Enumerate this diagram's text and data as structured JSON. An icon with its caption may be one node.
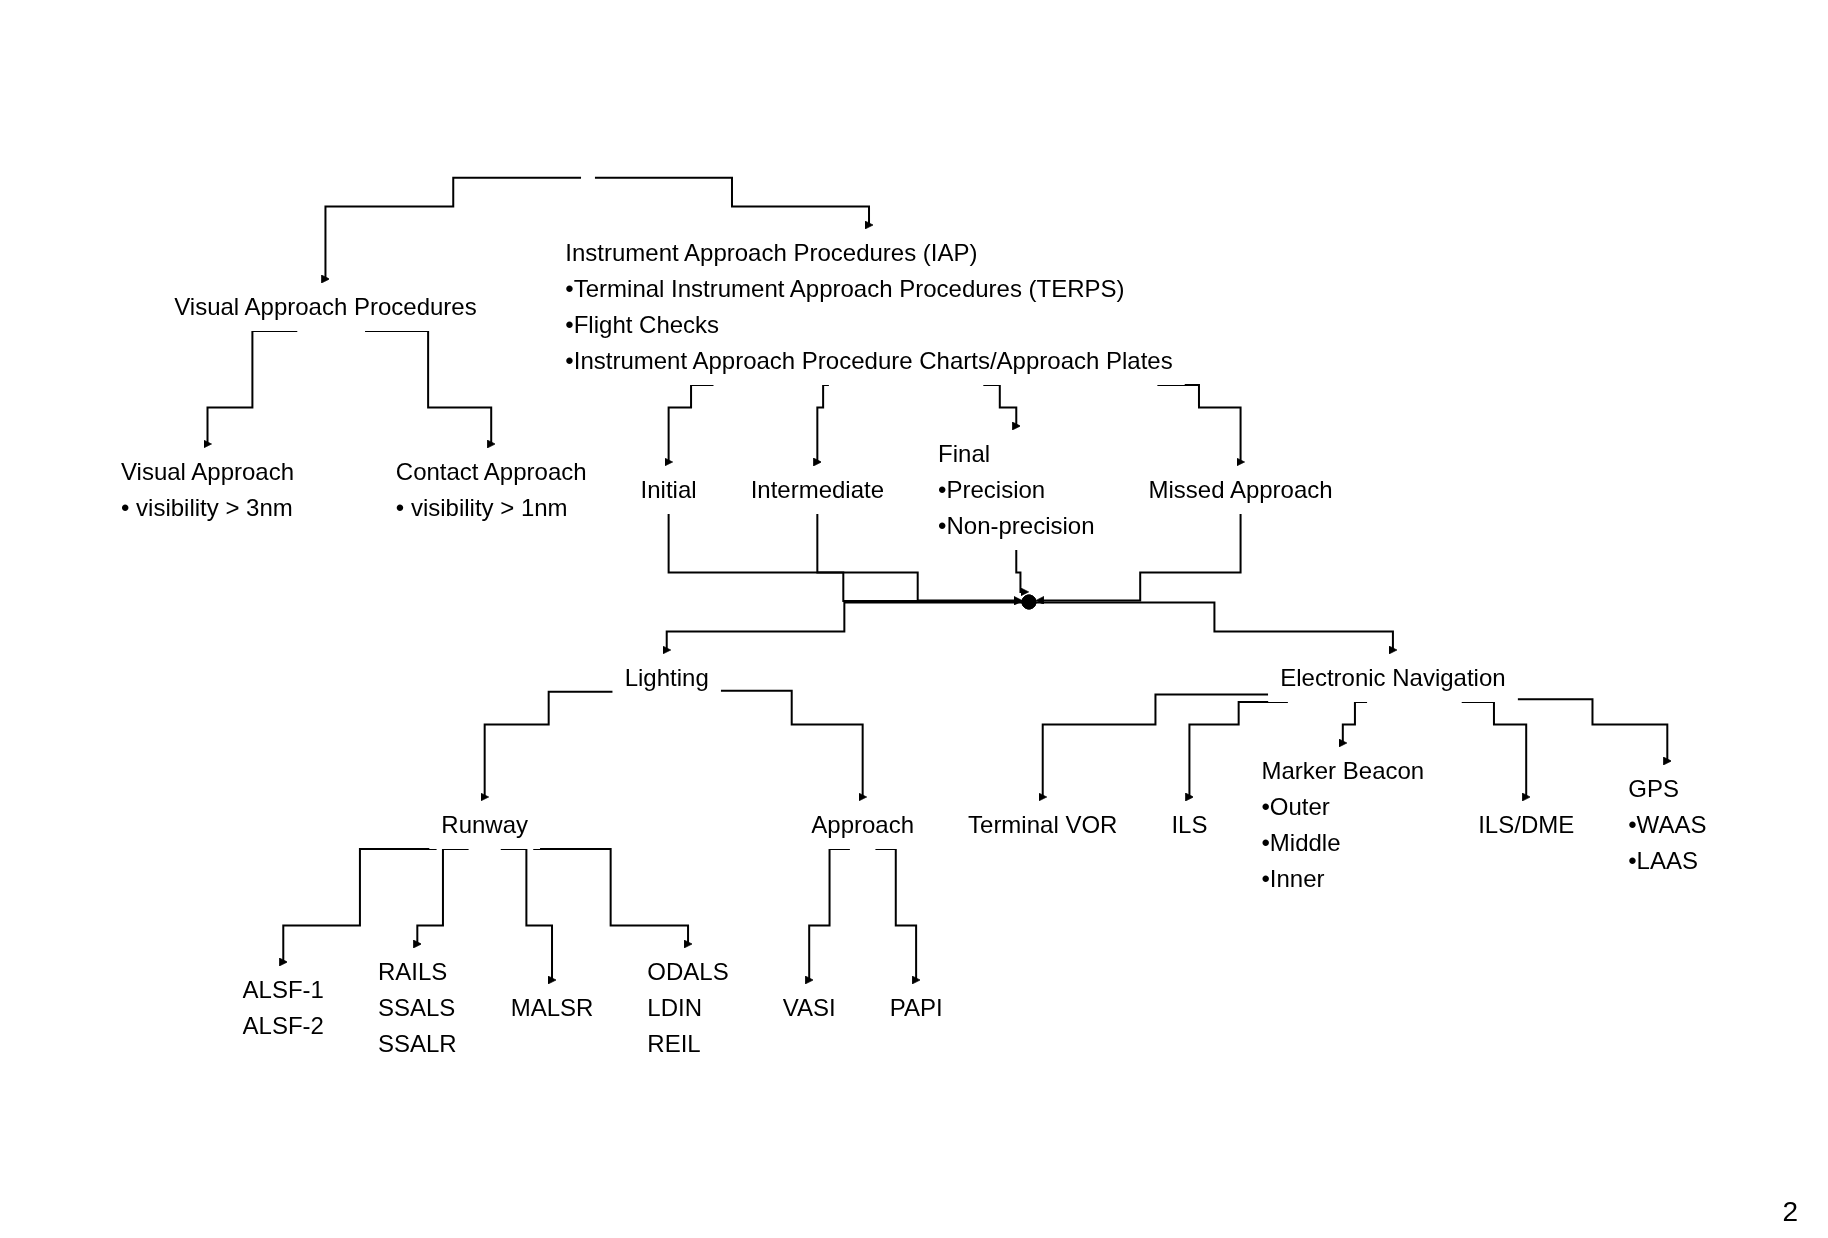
{
  "diagram": {
    "nodes": [
      {
        "text": [
          "Visual Approach Procedures"
        ]
      },
      {
        "text": [
          "Instrument Approach Procedures (IAP)",
          "•Terminal Instrument Approach Procedures (TERPS)",
          "•Flight Checks",
          "•Instrument Approach Procedure Charts/Approach Plates"
        ]
      },
      {
        "text": [
          "Visual Approach",
          "• visibility > 3nm"
        ]
      },
      {
        "text": [
          "Contact Approach",
          "• visibility > 1nm"
        ]
      },
      {
        "text": [
          "Initial"
        ]
      },
      {
        "text": [
          "Intermediate"
        ]
      },
      {
        "text": [
          "Final",
          "•Precision",
          "•Non-precision"
        ]
      },
      {
        "text": [
          "Missed Approach"
        ]
      },
      {
        "text": [],
        "shape": "circle"
      },
      {
        "text": [
          "Lighting"
        ]
      },
      {
        "text": [
          "Electronic Navigation"
        ]
      },
      {
        "text": [
          "Runway"
        ]
      },
      {
        "text": [
          "Approach"
        ]
      },
      {
        "text": [
          "ALSF-1",
          "ALSF-2"
        ]
      },
      {
        "text": [
          "RAILS",
          "SSALS",
          "SSALR"
        ]
      },
      {
        "text": [
          "MALSR"
        ]
      },
      {
        "text": [
          "ODALS",
          "LDIN",
          "REIL"
        ]
      },
      {
        "text": [
          "VASI"
        ]
      },
      {
        "text": [
          "PAPI"
        ]
      },
      {
        "text": [
          "Terminal VOR"
        ]
      },
      {
        "text": [
          "ILS"
        ]
      },
      {
        "text": [
          "Marker Beacon",
          "•Outer",
          "•Middle",
          "•Inner"
        ]
      },
      {
        "text": [
          "ILS/DME"
        ]
      },
      {
        "text": [
          "GPS",
          "•WAAS",
          "•LAAS"
        ]
      }
    ],
    "edges": [
      {
        "from": null,
        "to": 0,
        "arrow": "to"
      },
      {
        "from": null,
        "to": 1,
        "arrow": "to"
      },
      {
        "from": 0,
        "to": 2,
        "arrow": "to"
      },
      {
        "from": 0,
        "to": 3,
        "arrow": "to"
      },
      {
        "from": 1,
        "to": 4,
        "arrow": "to"
      },
      {
        "from": 1,
        "to": 5,
        "arrow": "to"
      },
      {
        "from": 1,
        "to": 6,
        "arrow": "to"
      },
      {
        "from": 1,
        "to": 7,
        "arrow": "to"
      },
      {
        "from": 4,
        "to": 8,
        "arrow": "to"
      },
      {
        "from": 5,
        "to": 8,
        "arrow": "to"
      },
      {
        "from": 6,
        "to": 8,
        "arrow": "to"
      },
      {
        "from": 7,
        "to": 8,
        "arrow": "to"
      },
      {
        "from": 8,
        "to": 9,
        "arrow": "to"
      },
      {
        "from": 8,
        "to": 10,
        "arrow": "to"
      },
      {
        "from": 9,
        "to": 11,
        "arrow": "to"
      },
      {
        "from": 9,
        "to": 12,
        "arrow": "to"
      },
      {
        "from": 11,
        "to": 13,
        "arrow": "to"
      },
      {
        "from": 11,
        "to": 14,
        "arrow": "to"
      },
      {
        "from": 11,
        "to": 15,
        "arrow": "to"
      },
      {
        "from": 11,
        "to": 16,
        "arrow": "to"
      },
      {
        "from": 12,
        "to": 17,
        "arrow": "to"
      },
      {
        "from": 12,
        "to": 18,
        "arrow": "to"
      },
      {
        "from": 10,
        "to": 19,
        "arrow": "to"
      },
      {
        "from": 10,
        "to": 20,
        "arrow": "to"
      },
      {
        "from": 10,
        "to": 21,
        "arrow": "to"
      },
      {
        "from": 10,
        "to": 22,
        "arrow": "to"
      },
      {
        "from": 10,
        "to": 23,
        "arrow": "to"
      }
    ],
    "labels": [
      "2"
    ]
  }
}
